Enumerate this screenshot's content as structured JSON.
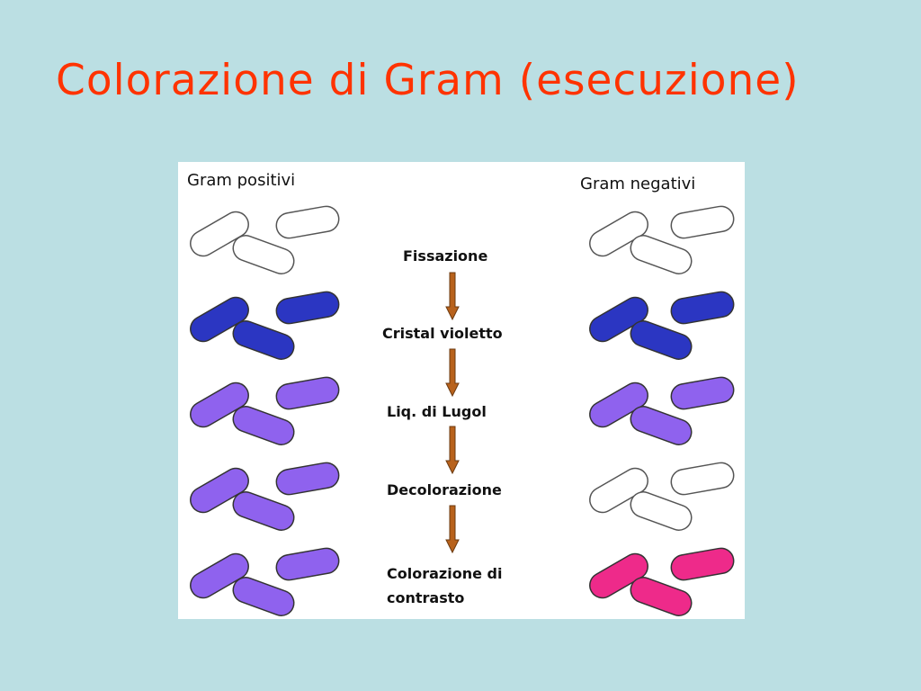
{
  "title": "Colorazione di Gram (esecuzione)",
  "headings": {
    "left": "Gram positivi",
    "right": "Gram negativi"
  },
  "steps": [
    {
      "label": "Fissazione"
    },
    {
      "label": "Cristal violetto"
    },
    {
      "label": "Liq. di Lugol"
    },
    {
      "label": "Decolorazione"
    },
    {
      "label": "Colorazione di contrasto"
    }
  ],
  "colors": {
    "background": "#bbdfe3",
    "title": "#ff3300",
    "arrow": "#b8621c",
    "stain_none": "#ffffff",
    "crystal_violet": "#2b36c2",
    "violet_lugol": "#8f62ee",
    "safranin": "#ee2a8a"
  },
  "columns": {
    "gram_positive": [
      "stain_none",
      "crystal_violet",
      "violet_lugol",
      "violet_lugol",
      "violet_lugol"
    ],
    "gram_negative": [
      "stain_none",
      "crystal_violet",
      "violet_lugol",
      "stain_none",
      "safranin"
    ]
  }
}
